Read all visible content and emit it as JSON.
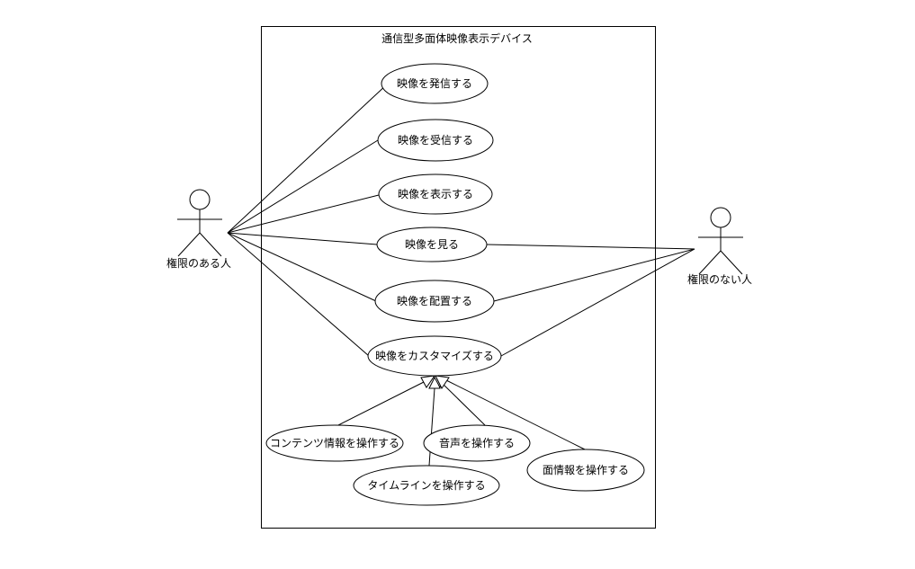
{
  "diagram": {
    "type": "uml-use-case",
    "system_boundary": {
      "title": "通信型多面体映像表示デバイス"
    },
    "actors": [
      {
        "id": "authorized",
        "label": "権限のある人"
      },
      {
        "id": "unauthorized",
        "label": "権限のない人"
      }
    ],
    "use_cases": [
      {
        "id": "send",
        "label": "映像を発信する"
      },
      {
        "id": "receive",
        "label": "映像を受信する"
      },
      {
        "id": "display",
        "label": "映像を表示する"
      },
      {
        "id": "view",
        "label": "映像を見る"
      },
      {
        "id": "arrange",
        "label": "映像を配置する"
      },
      {
        "id": "customize",
        "label": "映像をカスタマイズする"
      },
      {
        "id": "content",
        "label": "コンテンツ情報を操作する"
      },
      {
        "id": "audio",
        "label": "音声を操作する"
      },
      {
        "id": "face",
        "label": "面情報を操作する"
      },
      {
        "id": "timeline",
        "label": "タイムラインを操作する"
      }
    ],
    "associations": [
      {
        "actor": "authorized",
        "use_case": "send"
      },
      {
        "actor": "authorized",
        "use_case": "receive"
      },
      {
        "actor": "authorized",
        "use_case": "display"
      },
      {
        "actor": "authorized",
        "use_case": "view"
      },
      {
        "actor": "authorized",
        "use_case": "arrange"
      },
      {
        "actor": "authorized",
        "use_case": "customize"
      },
      {
        "actor": "unauthorized",
        "use_case": "view"
      },
      {
        "actor": "unauthorized",
        "use_case": "arrange"
      },
      {
        "actor": "unauthorized",
        "use_case": "customize"
      }
    ],
    "generalizations": [
      {
        "child": "content",
        "parent": "customize"
      },
      {
        "child": "timeline",
        "parent": "customize"
      },
      {
        "child": "audio",
        "parent": "customize"
      },
      {
        "child": "face",
        "parent": "customize"
      }
    ]
  }
}
